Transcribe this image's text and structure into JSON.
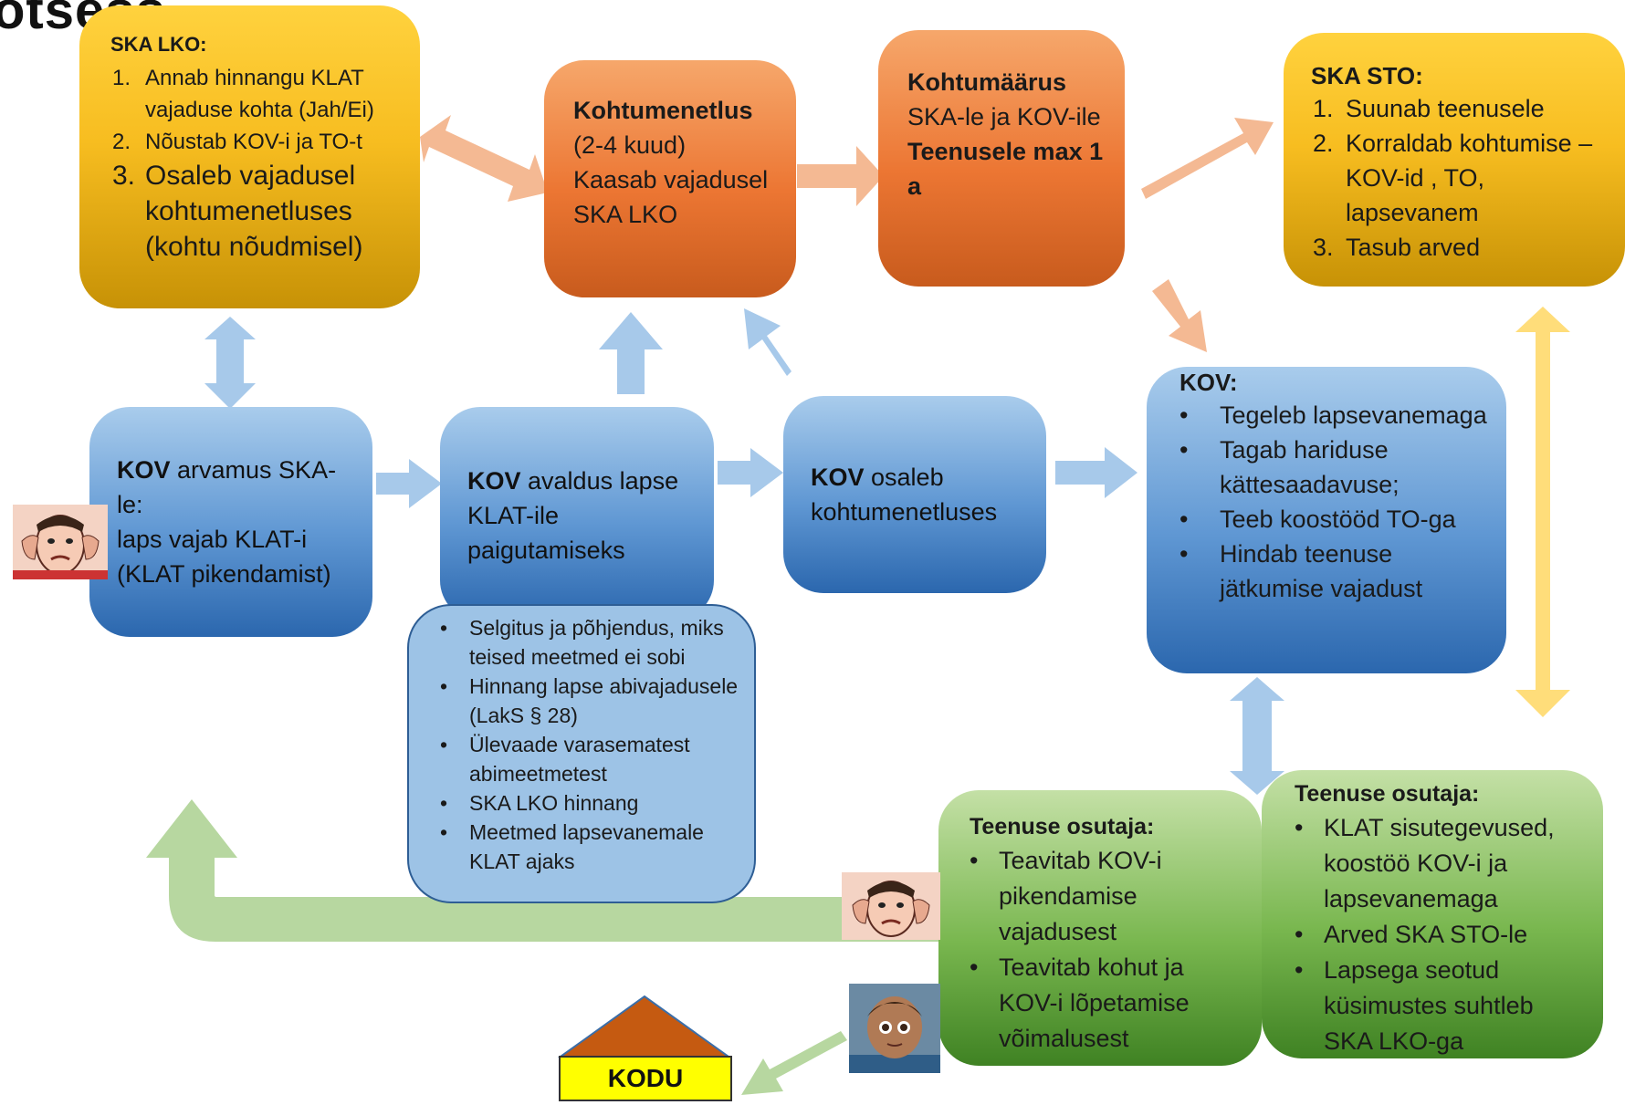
{
  "title_fragment": "otsess",
  "ska_lko": {
    "heading": "SKA LKO:",
    "items": [
      {
        "n": "1.",
        "text": "Annab hinnangu KLAT vajaduse kohta (Jah/Ei)"
      },
      {
        "n": "2.",
        "text": "Nõustab KOV-i ja TO-t"
      },
      {
        "n": "3.",
        "text": "Osaleb vajadusel kohtumenetluses (kohtu nõudmisel)"
      }
    ]
  },
  "kohtumenetlus": {
    "heading": "Kohtumenetlus",
    "duration": " (2-4 kuud)",
    "text": "Kaasab vajadusel SKA LKO"
  },
  "kohtumaarus": {
    "heading": "Kohtumäärus",
    "text": "SKA-le ja KOV-ile",
    "bold_text": "Teenusele max 1 a"
  },
  "ska_sto": {
    "heading": "SKA STO:",
    "items": [
      {
        "n": "1.",
        "text": "Suunab teenusele"
      },
      {
        "n": "2.",
        "text": "Korraldab kohtumise – KOV-id , TO, lapsevanem"
      },
      {
        "n": "3.",
        "text": "Tasub arved"
      }
    ]
  },
  "kov_arvamus": {
    "bold": "KOV",
    "text": " arvamus SKA-le:",
    "text2": "laps vajab KLAT-i (KLAT pikendamist)"
  },
  "kov_avaldus": {
    "bold": "KOV",
    "text": " avaldus lapse KLAT-ile paigutamiseks"
  },
  "kov_osaleb": {
    "bold": "KOV",
    "text": " osaleb kohtumenetluses"
  },
  "kov_main": {
    "heading": "KOV:",
    "items": [
      "Tegeleb lapsevanemaga",
      "Tagab hariduse kättesaadavuse;",
      "Teeb koostööd TO-ga",
      "Hindab teenuse jätkumise vajadust"
    ]
  },
  "avaldus_details": {
    "items": [
      "Selgitus ja põhjendus, miks teised meetmed ei sobi",
      "Hinnang lapse abivajadusele  (LakS § 28)",
      "Ülevaade varasematest abimeetmetest",
      "SKA LKO hinnang",
      "Meetmed lapsevanemale KLAT ajaks"
    ]
  },
  "teenuse_osutaja_1": {
    "heading": "Teenuse osutaja:",
    "items": [
      "Teavitab KOV-i pikendamise vajadusest",
      "Teavitab kohut ja KOV-i lõpetamise võimalusest"
    ]
  },
  "teenuse_osutaja_2": {
    "heading": "Teenuse osutaja:",
    "items": [
      "KLAT sisutegevused, koostöö KOV-i ja lapsevanemaga",
      "Arved SKA STO-le",
      "Lapsega seotud küsimustes suhtleb SKA LKO-ga"
    ]
  },
  "home": {
    "label": "KODU"
  },
  "colors": {
    "gold": "#f7bd20",
    "orange": "#ec7633",
    "blue": "#5f97d3",
    "green": "#79b74f",
    "arrow_orange": "#f4b993",
    "arrow_blue": "#a7c9ea",
    "arrow_green": "#b7d7a0",
    "arrow_yellow": "#ffdd7a",
    "roof": "#c55a11",
    "house": "#ffff00"
  }
}
